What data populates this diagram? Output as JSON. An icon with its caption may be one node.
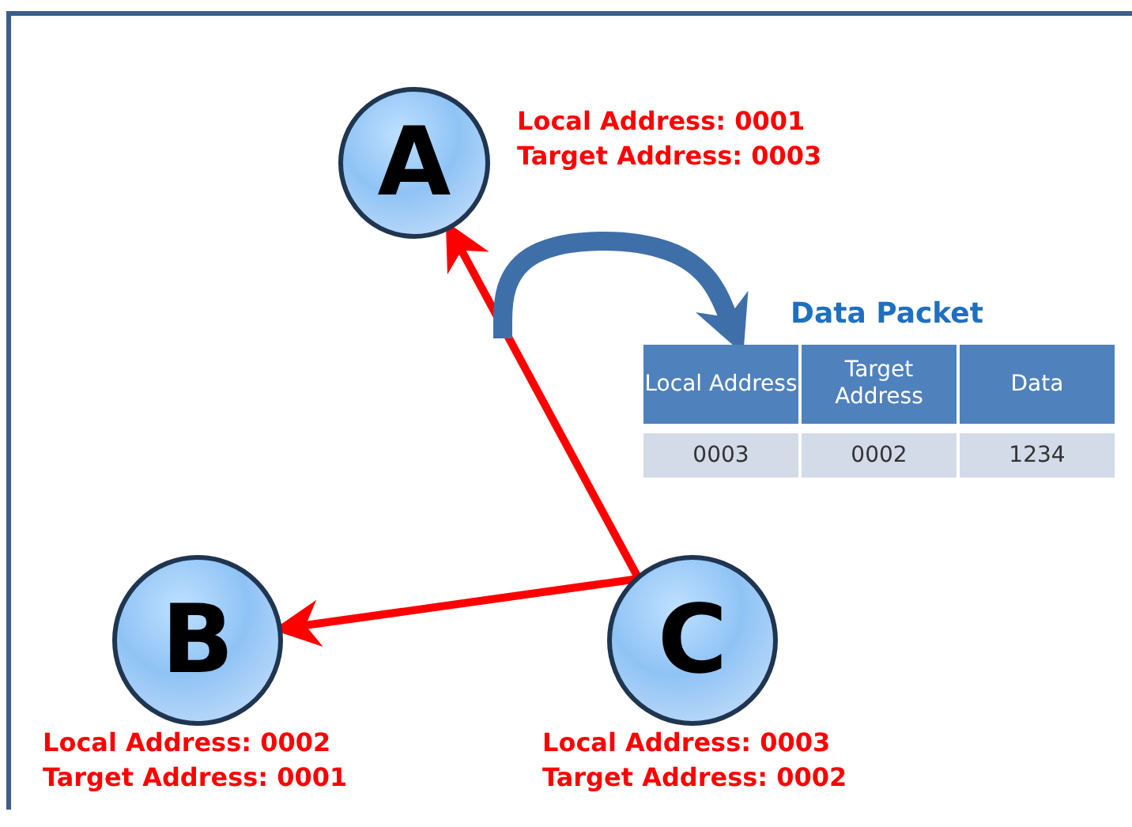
{
  "diagram": {
    "nodes": [
      {
        "text": [
          "A"
        ],
        "beside": [
          "Local Address:  0001",
          "Target Address:  0003"
        ]
      },
      {
        "text": [
          "B"
        ],
        "beside": [
          "Local Address:  0002",
          "Target Address:  0001"
        ]
      },
      {
        "text": [
          "C"
        ],
        "beside": [
          "Local Address:  0003",
          "Target Address:  0002"
        ]
      },
      {
        "text": [
          "Data Packet"
        ]
      }
    ],
    "edges": [
      {
        "from": 2,
        "to": 0,
        "arrow": "to"
      },
      {
        "from": 2,
        "to": 1,
        "arrow": "to"
      },
      {
        "from": null,
        "to": 3,
        "arrow": "to",
        "style": "thick",
        "color": "#3f6fa8"
      }
    ],
    "labels": [
      "Local Address",
      "Target Address",
      "Data",
      "0003",
      "0002",
      "1234"
    ]
  }
}
